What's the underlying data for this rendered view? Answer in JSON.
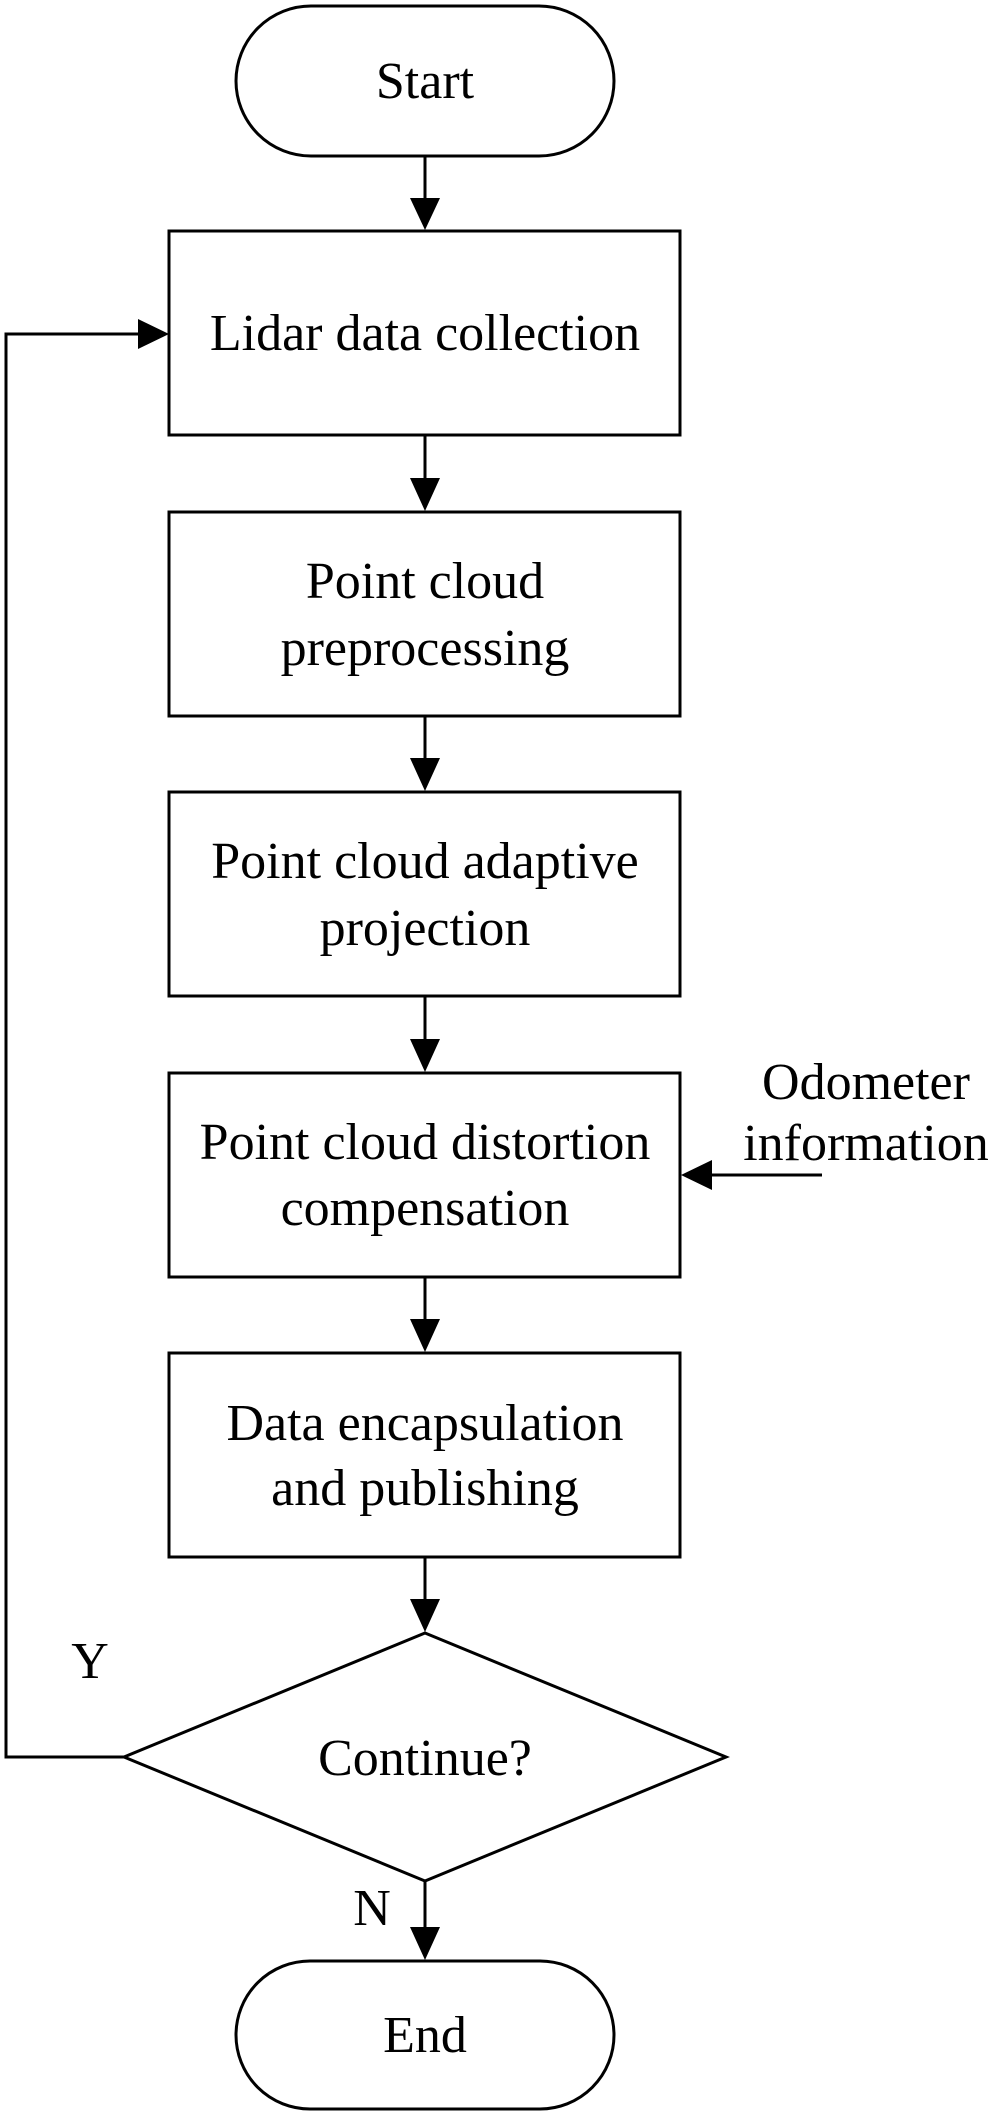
{
  "diagram": {
    "start": "Start",
    "step1": "Lidar data collection",
    "step2": {
      "line1": "Point cloud",
      "line2": "preprocessing"
    },
    "step3": {
      "line1": "Point cloud adaptive",
      "line2": "projection"
    },
    "step4": {
      "line1": "Point cloud distortion",
      "line2": "compensation"
    },
    "step5": {
      "line1": "Data encapsulation",
      "line2": "and publishing"
    },
    "side_input": {
      "line1": "Odometer",
      "line2": "information"
    },
    "decision": "Continue?",
    "yes_label": "Y",
    "no_label": "N",
    "end": "End"
  }
}
